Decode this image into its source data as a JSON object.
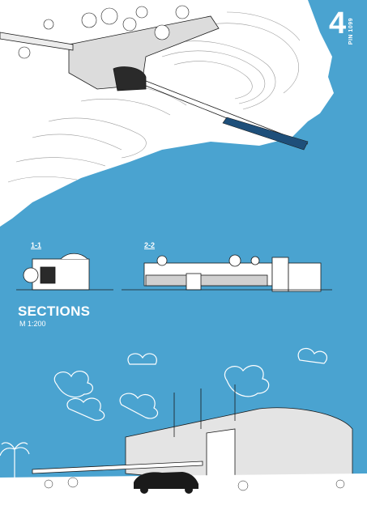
{
  "sheet": {
    "number": "4",
    "pin": "PIN 1099"
  },
  "sections": {
    "title": "SECTIONS",
    "scale": "M 1:200",
    "labels": [
      "1-1",
      "2-2"
    ]
  },
  "colors": {
    "background": "#4aa3d0",
    "terrain": "#ffffff",
    "linework": "#1a1a1a"
  }
}
